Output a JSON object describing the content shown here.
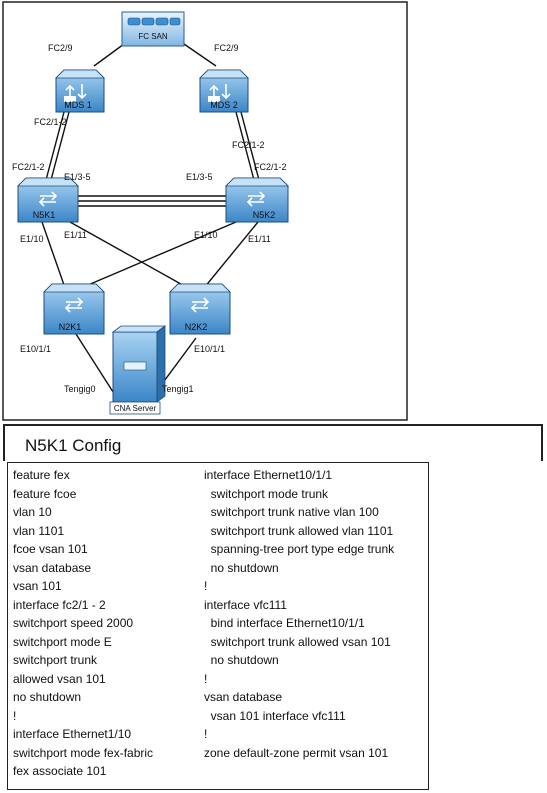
{
  "diagram": {
    "nodes": {
      "fc_san": "FC SAN",
      "mds1": "MDS 1",
      "mds2": "MDS 2",
      "n5k1": "N5K1",
      "n5k2": "N5K2",
      "n2k1": "N2K1",
      "n2k2": "N2K2",
      "cna": "CNA Server"
    },
    "port_labels": {
      "fc29_left": "FC2/9",
      "fc29_right": "FC2/9",
      "mds1_fc21_2": "FC2/1-2",
      "mds2_fc21_2": "FC2/1-2",
      "n5k1_fc21_2": "FC2/1-2",
      "n5k2_fc21_2": "FC2/1-2",
      "n5k1_e13_5": "E1/3-5",
      "n5k2_e13_5": "E1/3-5",
      "n5k1_e110": "E1/10",
      "n5k1_e111": "E1/11",
      "n5k2_e110": "E1/10",
      "n5k2_e111": "E1/11",
      "n2k1_e1011": "E10/1/1",
      "n2k2_e1011": "E10/1/1",
      "tengig0": "Tengig0",
      "tengig1": "Tengig1"
    }
  },
  "config": {
    "title": "N5K1 Config",
    "left_column": [
      "feature fex",
      "feature fcoe",
      "vlan 10",
      "vlan 1101",
      "fcoe vsan 101",
      "vsan database",
      "vsan 101",
      "interface fc2/1 - 2",
      "switchport speed 2000",
      "switchport mode E",
      "switchport trunk",
      "allowed vsan 101",
      "no shutdown",
      "!",
      "interface Ethernet1/10",
      "switchport mode fex-fabric",
      "fex associate 101"
    ],
    "right_column": [
      "interface Ethernet10/1/1",
      "  switchport mode trunk",
      "  switchport trunk native vlan 100",
      "  switchport trunk allowed vlan 1101",
      "  spanning-tree port type edge trunk",
      "  no shutdown",
      "!",
      "interface vfc111",
      "  bind interface Ethernet10/1/1",
      "  switchport trunk allowed vsan 101",
      "  no shutdown",
      "!",
      "vsan database",
      "  vsan 101 interface vfc111",
      "!",
      "zone default-zone permit vsan 101"
    ]
  },
  "colors": {
    "device_blue": "#3f8fd0",
    "device_light": "#9dc9ee",
    "link": "#111111"
  }
}
